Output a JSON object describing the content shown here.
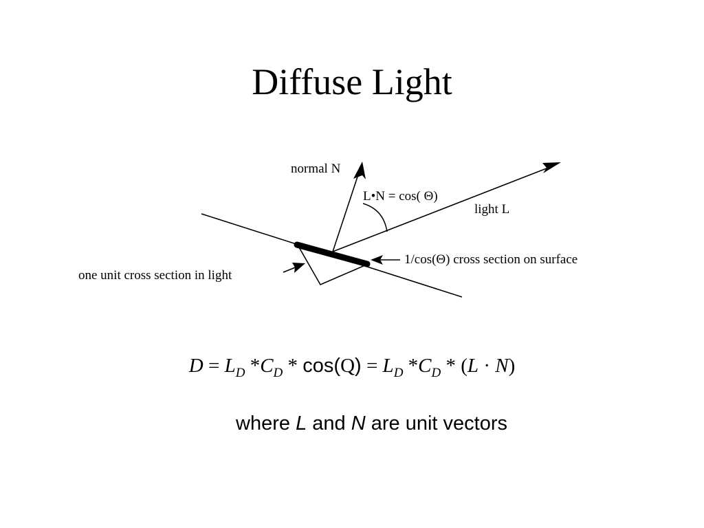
{
  "slide": {
    "title": "Diffuse Light"
  },
  "diagram": {
    "labels": {
      "normal": "normal N",
      "dot": "L•N = cos( Θ)",
      "light": "light L",
      "surface_cross": "1/cos(Θ) cross section on surface",
      "unit_cross": "one unit cross section in light"
    }
  },
  "formula": {
    "D": "D",
    "eq1": "=",
    "L1": "L",
    "sub1": "D",
    "star1": "*",
    "C1": "C",
    "sub2": "D",
    "star2": "*",
    "cos": "cos(",
    "Q": "Q",
    "close1": ")",
    "eq2": "=",
    "L2": "L",
    "sub3": "D",
    "star3": "*",
    "C2": "C",
    "sub4": "D",
    "star4": "*",
    "open2": "(",
    "L3": "L",
    "dot": "·",
    "N": "N",
    "close2": ")"
  },
  "note": {
    "w1": "where",
    "L": "L",
    "w2": "and",
    "N": "N",
    "w3": "are unit vectors"
  }
}
